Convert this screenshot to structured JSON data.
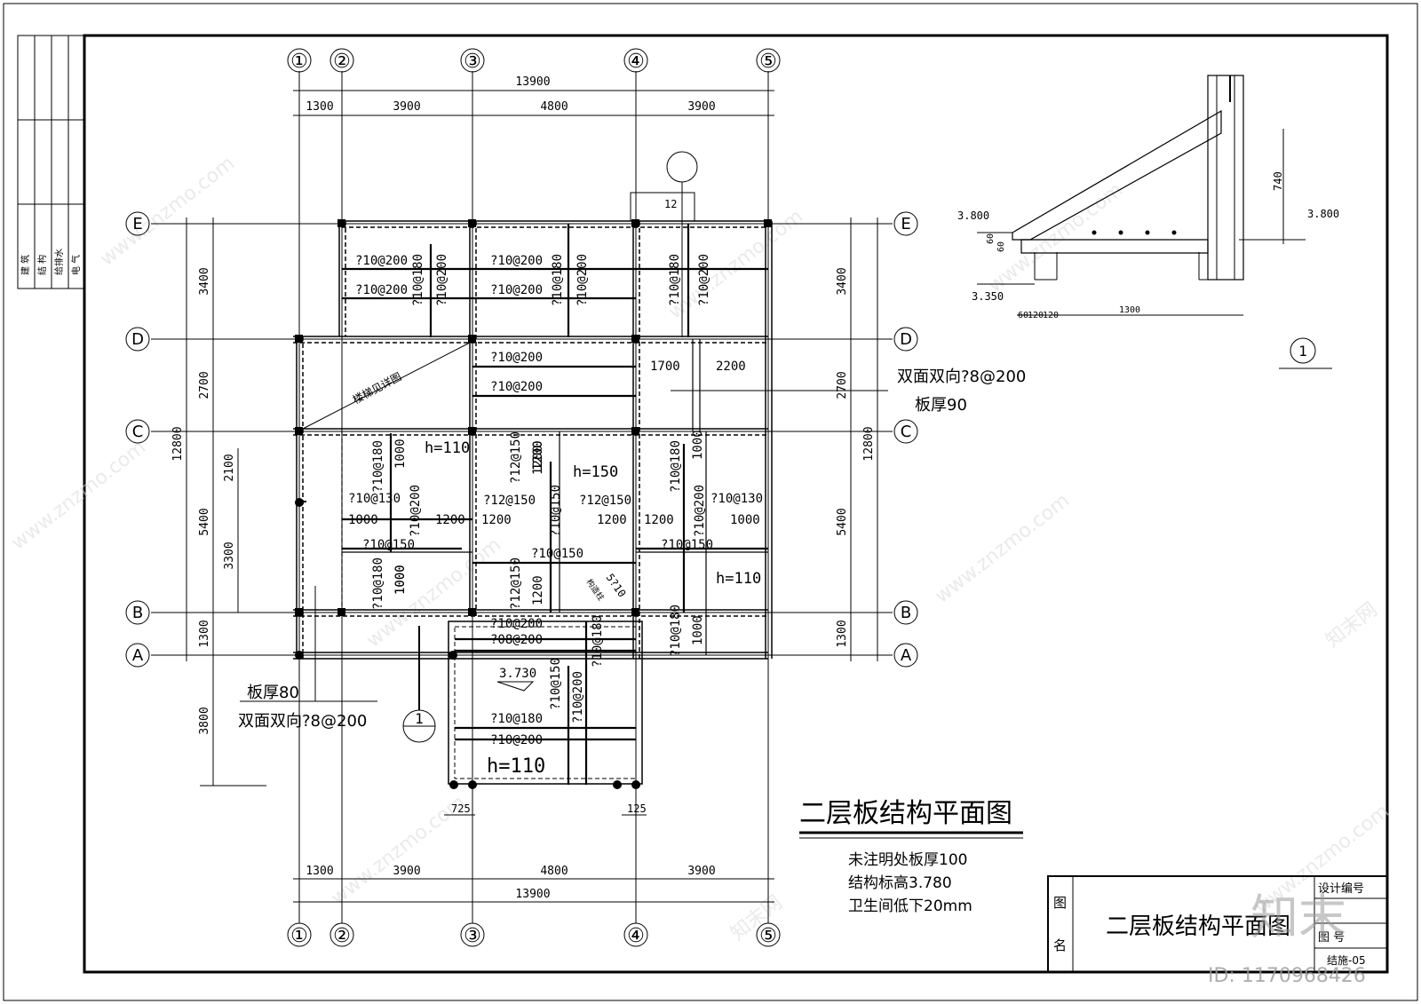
{
  "grid_axes": {
    "numbers": [
      "①",
      "②",
      "③",
      "④",
      "⑤"
    ],
    "letters": [
      "E",
      "D",
      "C",
      "B",
      "A"
    ]
  },
  "dims": {
    "total_x": "13900",
    "x_segments": [
      "1300",
      "3900",
      "4800",
      "3900"
    ],
    "total_y": "12800",
    "y_segments": [
      "3400",
      "2700",
      "5400",
      "1300"
    ],
    "y_sub": [
      "2100",
      "3300"
    ],
    "y_extra": "3800",
    "bottom_small": [
      "725",
      "125"
    ]
  },
  "annotations": {
    "stair_note": "楼梯见详图",
    "slab_note_right": "双面双向?8@200",
    "slab_thick_right": "板厚90",
    "slab_thick_left": "板厚80",
    "slab_note_left": "双面双向?8@200",
    "h_values": [
      "h=110",
      "h=150",
      "h=110",
      "h=110"
    ],
    "elevation": "3.730",
    "room_dims": [
      "1700",
      "2200"
    ],
    "angle": "5?10",
    "angle_sub": "构造柱",
    "corner_mark": "12"
  },
  "rebar_labels": [
    "?10@200",
    "?10@200",
    "?10@180",
    "?10@200",
    "?10@200",
    "?10@200",
    "?10@180",
    "?10@200",
    "?10@180",
    "?10@200",
    "?10@200",
    "?10@200",
    "?10@180",
    "?12@150",
    "?12@150",
    "?10@150",
    "?12@150",
    "?10@180",
    "?10@130",
    "?10@200",
    "?10@200",
    "?10@130",
    "?10@150",
    "?10@150",
    "?10@150",
    "?10@180",
    "?12@150",
    "?10@200",
    "?08@200",
    "?10@180",
    "?10@180",
    "?10@150",
    "?10@200",
    "?10@180",
    "?10@200"
  ],
  "span_labels": [
    "1200",
    "1200",
    "1000",
    "1200",
    "1200",
    "1200",
    "1200",
    "1000",
    "1000",
    "1200",
    "1200",
    "1000",
    "1000",
    "1000",
    "1000"
  ],
  "section_detail": {
    "elev_left_top": "3.800",
    "elev_left_bottom": "3.350",
    "elev_right": "3.800",
    "height": "740",
    "bottom_dims": [
      "60",
      "120",
      "120",
      "1300"
    ],
    "small_dims": [
      "60",
      "60"
    ],
    "section_id": "1"
  },
  "section_marker": "1",
  "drawing_title": "二层板结构平面图",
  "notes": [
    "未注明处板厚100",
    "结构标高3.780",
    "卫生间低下20mm"
  ],
  "title_block": {
    "name_label": "图",
    "name_label2": "名",
    "name_value": "二层板结构平面图",
    "design_no_label": "设计编号",
    "sheet_label": "图  号",
    "sheet_value": "结施-05"
  },
  "left_strip": [
    "建  筑",
    "结  构",
    "给排水",
    "电  气"
  ],
  "watermark": {
    "brand": "知末",
    "id": "ID: 1170968426",
    "site": "www.znzmo.com",
    "site_cn": "知末网"
  }
}
